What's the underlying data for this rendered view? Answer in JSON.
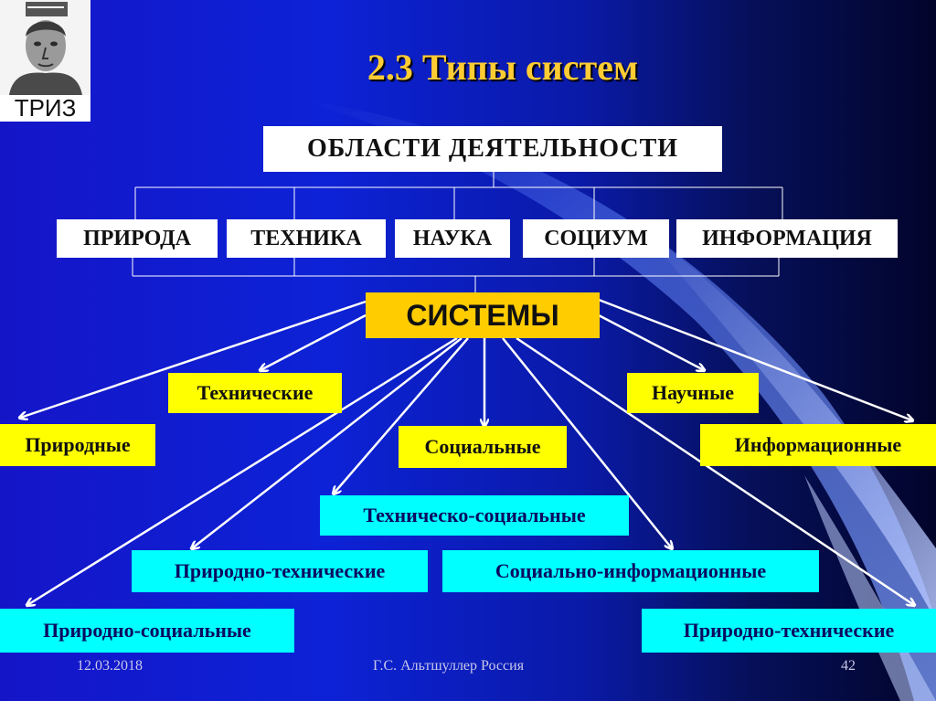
{
  "slide": {
    "logo_label": "ТРИЗ",
    "title": "2.3 Типы систем",
    "areas_header": "ОБЛАСТИ ДЕЯТЕЛЬНОСТИ",
    "areas": [
      "ПРИРОДА",
      "ТЕХНИКА",
      "НАУКА",
      "СОЦИУМ",
      "ИНФОРМАЦИЯ"
    ],
    "center": "СИСТЕМЫ",
    "types": {
      "technical": "Технические",
      "scientific": "Научные",
      "natural": "Природные",
      "social": "Социальные",
      "informational": "Информационные",
      "tech_social": "Техническо-социальные",
      "nat_tech_left": "Природно-технические",
      "soc_info": "Социально-информационные",
      "nat_social": "Природно-социальные",
      "nat_tech_right": "Природно-технические"
    }
  },
  "footer": {
    "date": "12.03.2018",
    "author": "Г.С. Альтшуллер Россия",
    "page": "42"
  },
  "colors": {
    "box_white": "#ffffff",
    "box_yellow": "#ffff00",
    "box_cyan": "#00ffff",
    "box_orange": "#ffcc00",
    "title": "#ffcc33"
  }
}
